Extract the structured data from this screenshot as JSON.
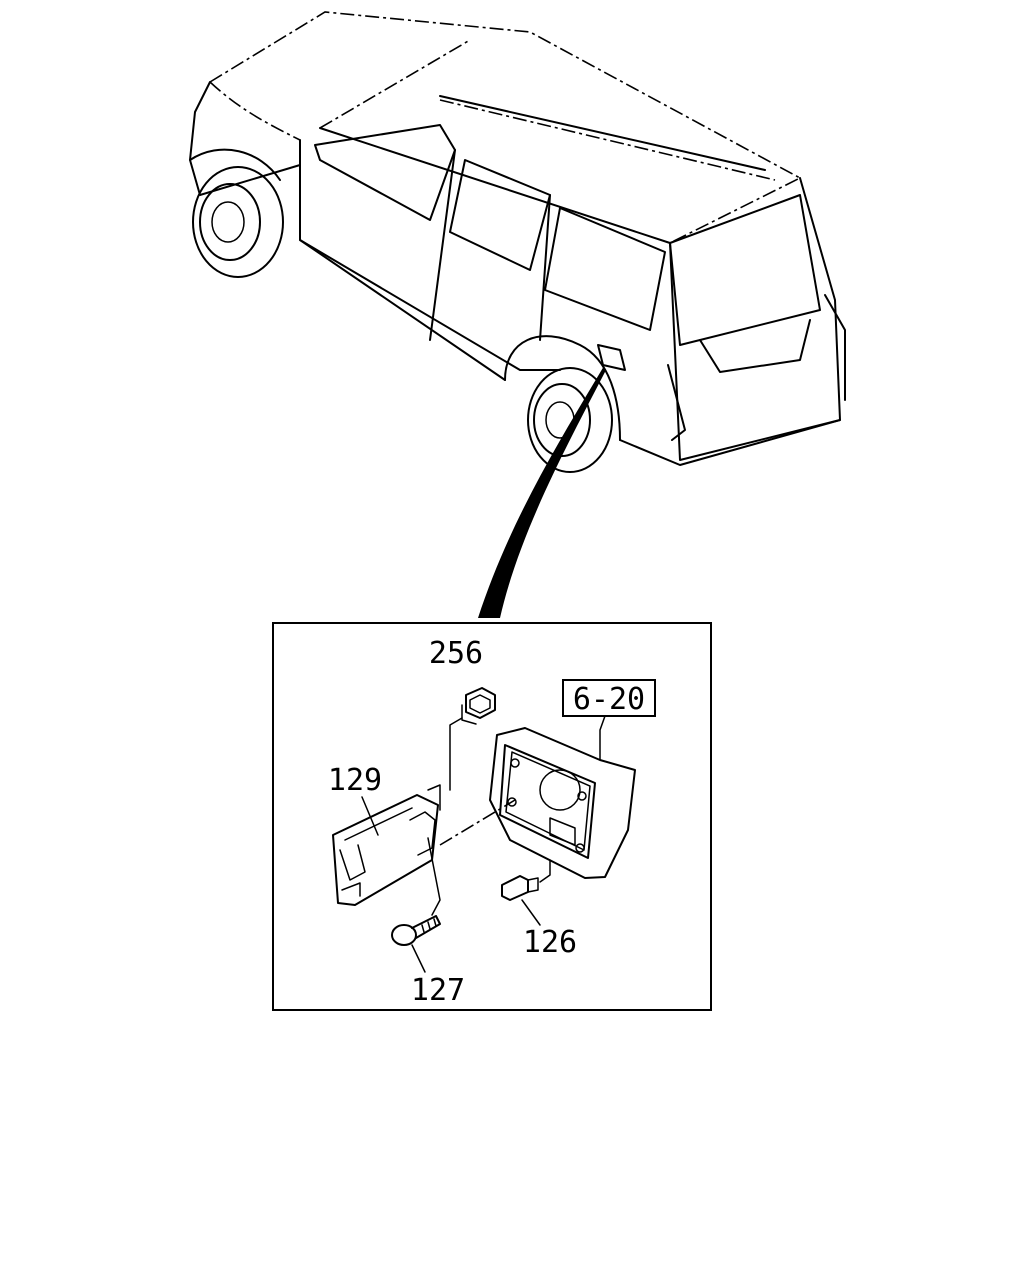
{
  "diagram": {
    "callouts": [
      {
        "id": "256",
        "text": "256"
      },
      {
        "id": "129",
        "text": "129"
      },
      {
        "id": "126",
        "text": "126"
      },
      {
        "id": "127",
        "text": "127"
      }
    ],
    "reference_box": {
      "text": "6-20"
    },
    "colors": {
      "ink": "#000000",
      "background": "#ffffff"
    }
  }
}
